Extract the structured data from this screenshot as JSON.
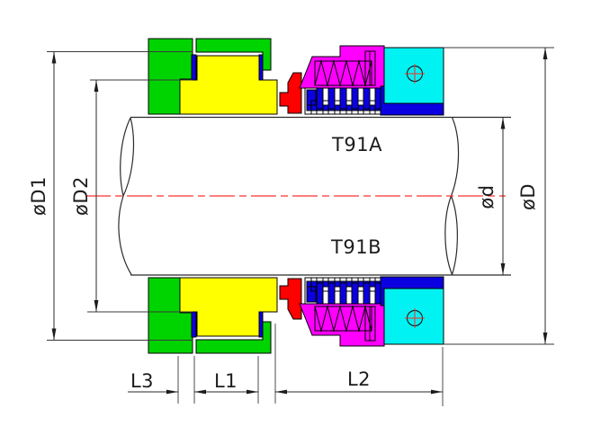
{
  "drawing": {
    "labels": {
      "upper_section": "T91A",
      "lower_section": "T91B"
    },
    "dimensions": {
      "dia_d1": "øD1",
      "dia_d2": "øD2",
      "dia_d": "ød",
      "dia_big_d": "øD",
      "len_l1": "L1",
      "len_l2": "L2",
      "len_l3": "L3"
    },
    "colors": {
      "housing_green": "#00d400",
      "seat_yellow": "#ffff00",
      "retainer_magenta": "#ff00ff",
      "gland_cyan": "#00f2f2",
      "pusher_red": "#ff0000",
      "elastomer_blue": "#0b00e0",
      "screw_cross_red": "#ff2a2a",
      "centerline_red": "#ff3030"
    }
  }
}
